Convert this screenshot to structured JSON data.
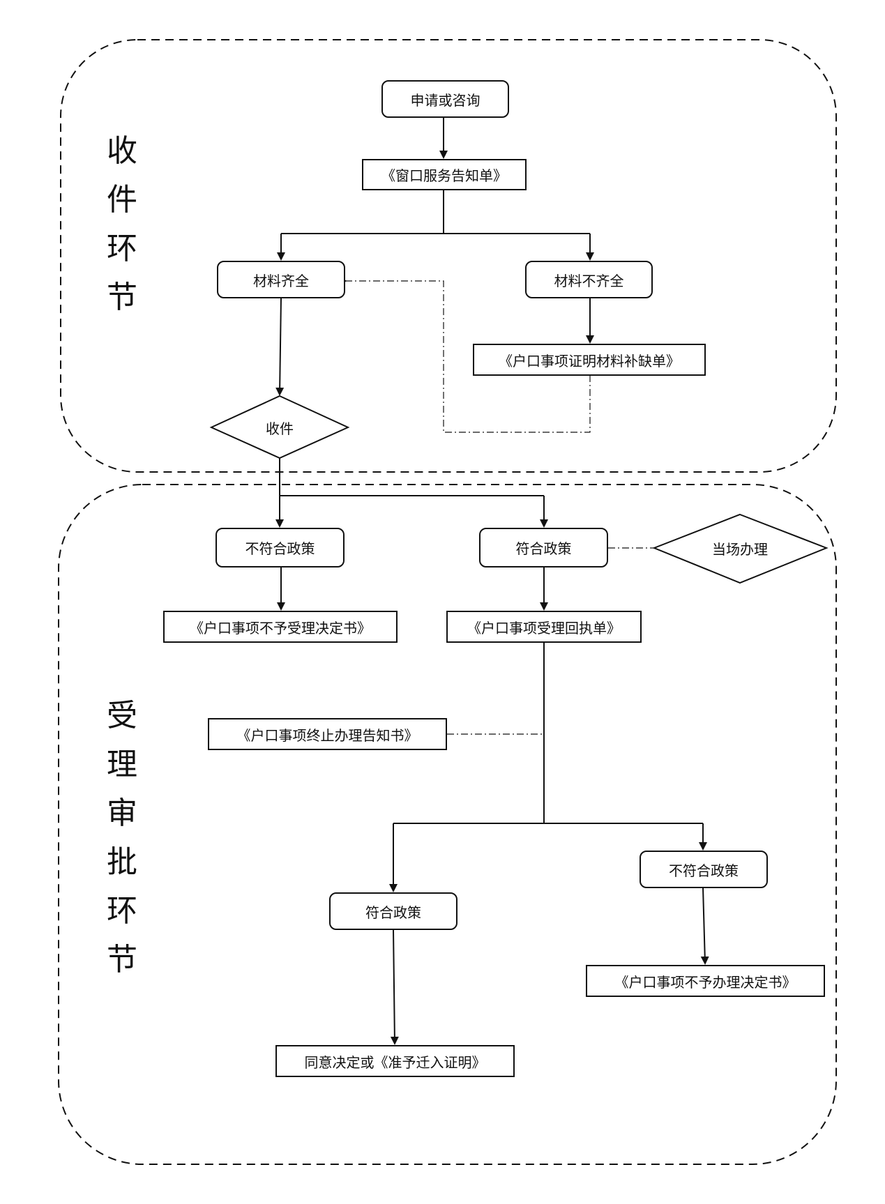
{
  "stages": {
    "intake": [
      "收",
      "件",
      "环",
      "节"
    ],
    "review": [
      "受",
      "理",
      "审",
      "批",
      "环",
      "节"
    ]
  },
  "nodes": {
    "apply": "申请或咨询",
    "window_notice": "《窗口服务告知单》",
    "materials_complete": "材料齐全",
    "materials_incomplete": "材料不齐全",
    "supplement_form": "《户口事项证明材料补缺单》",
    "receive": "收件",
    "not_compliant_1": "不符合政策",
    "compliant_1": "符合政策",
    "on_site": "当场办理",
    "reject_acceptance": "《户口事项不予受理决定书》",
    "acceptance_receipt": "《户口事项受理回执单》",
    "termination_notice": "《户口事项终止办理告知书》",
    "compliant_2": "符合政策",
    "not_compliant_2": "不符合政策",
    "reject_handling": "《户口事项不予办理决定书》",
    "approval": "同意决定或《准予迁入证明》"
  },
  "colors": {
    "line": "#111111",
    "background": "#ffffff"
  }
}
